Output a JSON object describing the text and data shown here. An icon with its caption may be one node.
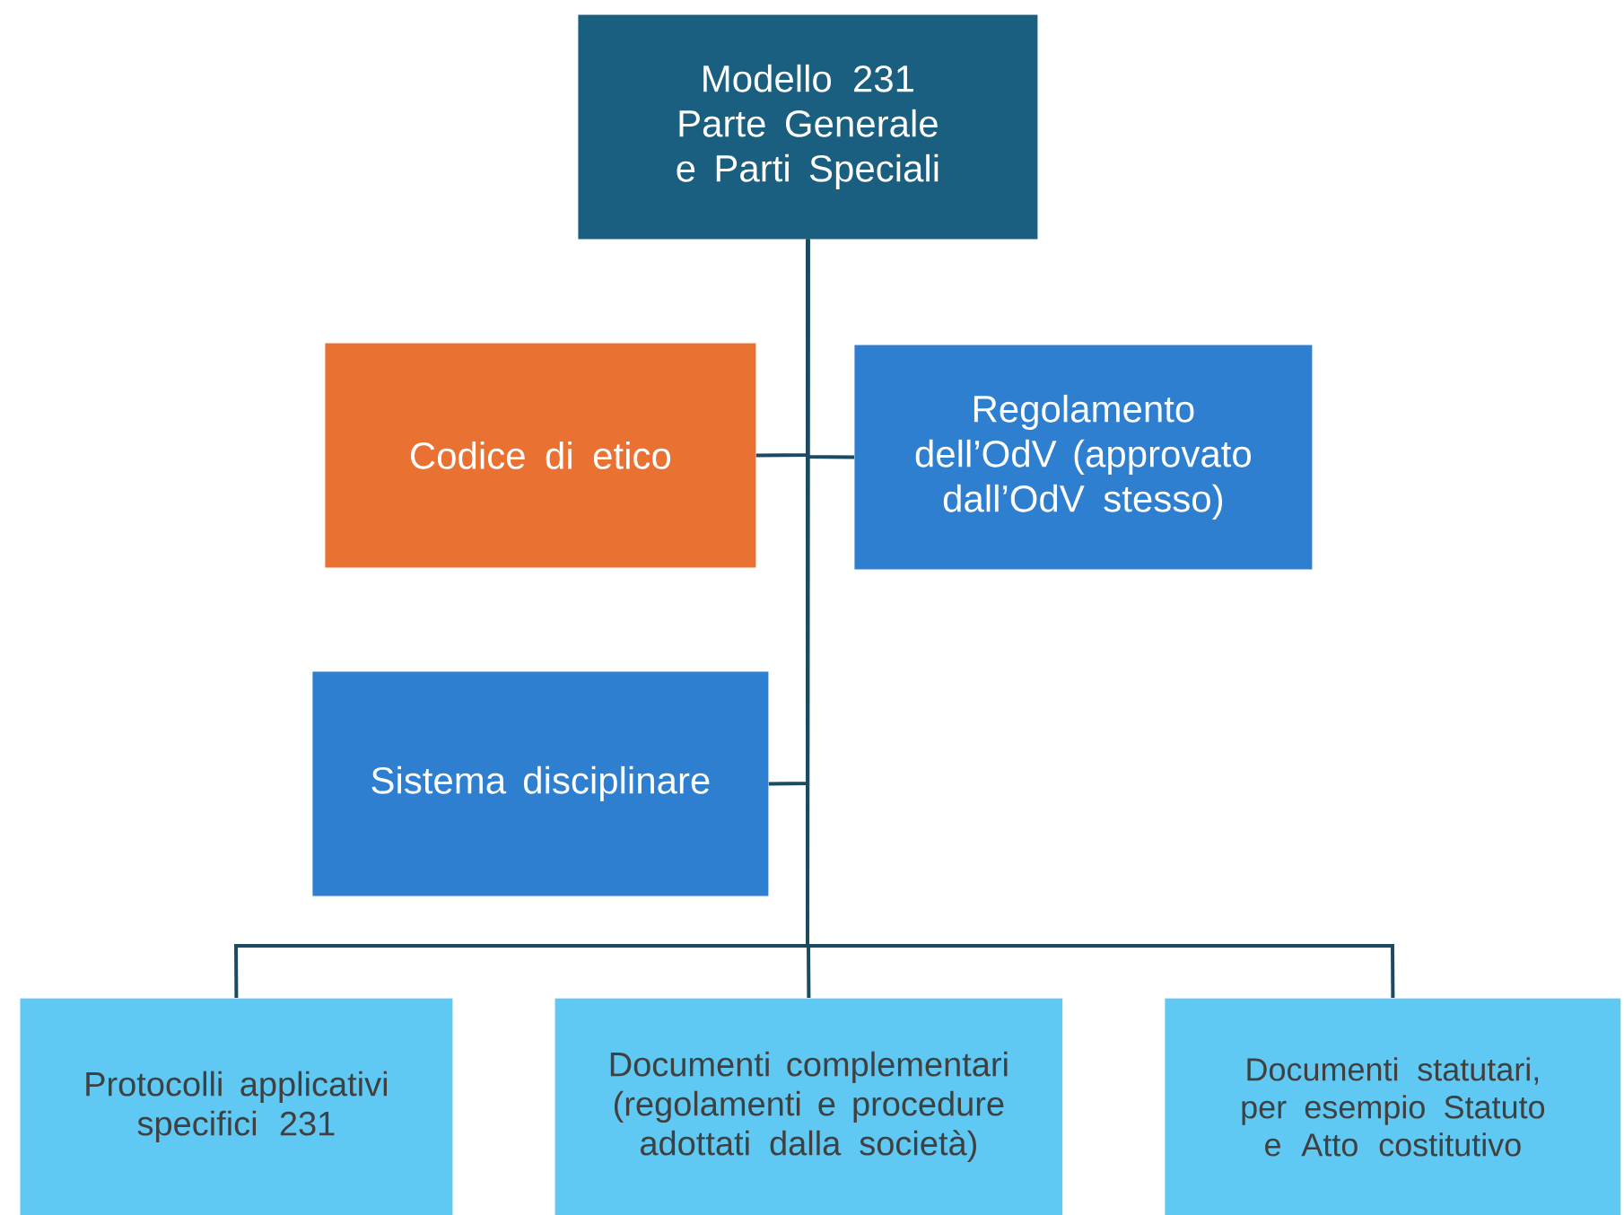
{
  "diagram": {
    "nodes": [
      {
        "text": [
          "Modello 231 Parte Generale e Parti Speciali"
        ]
      },
      {
        "text": [
          "Codice di etico"
        ]
      },
      {
        "text": [
          "Regolamento dell’OdV (approvato dall’OdV stesso)"
        ]
      },
      {
        "text": [
          "Sistema disciplinare"
        ]
      },
      {
        "text": [
          "Protocolli applicativi specifici 231"
        ]
      },
      {
        "text": [
          "Documenti complementari (regolamenti e procedure adottati dalla società)"
        ]
      },
      {
        "text": [
          "Documenti statutari, per esempio Statuto e Atto costitutivo"
        ]
      }
    ],
    "edges": [
      {
        "from": 0,
        "to": 1,
        "arrow": "none"
      },
      {
        "from": 0,
        "to": 2,
        "arrow": "none"
      },
      {
        "from": 0,
        "to": 3,
        "arrow": "none"
      },
      {
        "from": 0,
        "to": 4,
        "arrow": "none"
      },
      {
        "from": 0,
        "to": 5,
        "arrow": "none"
      },
      {
        "from": 0,
        "to": 6,
        "arrow": "none"
      }
    ]
  }
}
